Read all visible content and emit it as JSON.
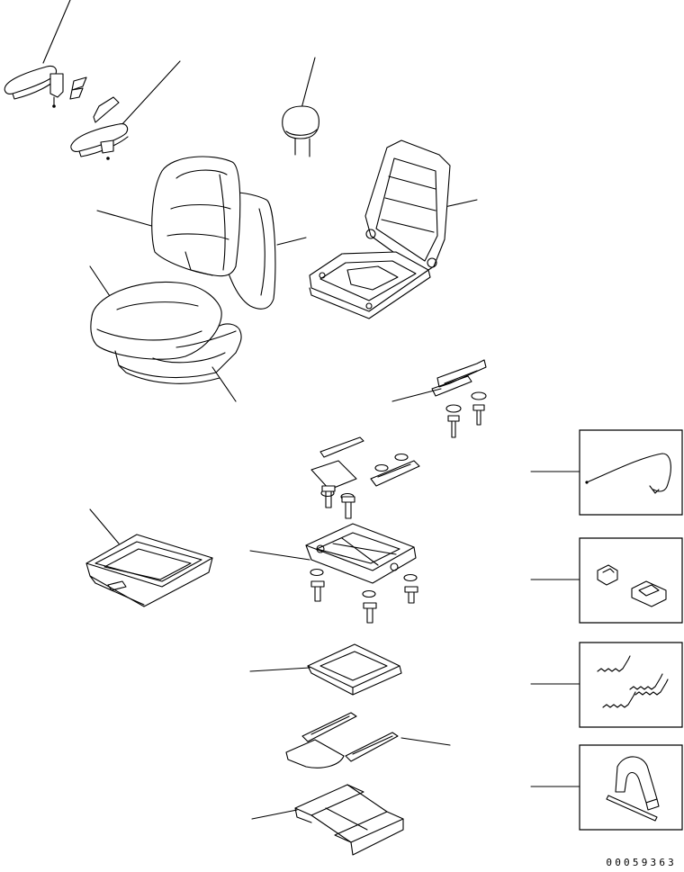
{
  "drawing": {
    "number": "00059363"
  },
  "parts": [
    {
      "id": "armrest-left",
      "icon": "armrest-icon"
    },
    {
      "id": "armrest-right",
      "icon": "armrest-icon"
    },
    {
      "id": "headrest",
      "icon": "headrest-icon"
    },
    {
      "id": "seat-back-cushion",
      "icon": "seat-back-icon"
    },
    {
      "id": "seat-back-cover",
      "icon": "seat-cover-icon"
    },
    {
      "id": "seat-frame",
      "icon": "seat-frame-icon"
    },
    {
      "id": "seat-cushion",
      "icon": "seat-cushion-icon"
    },
    {
      "id": "seat-cushion-cover",
      "icon": "seat-cover-icon"
    },
    {
      "id": "upper-bracket-with-bolts",
      "icon": "bracket-icon"
    },
    {
      "id": "slide-rail-plates",
      "icon": "rail-icon"
    },
    {
      "id": "seat-boot",
      "icon": "boot-icon"
    },
    {
      "id": "suspension-assembly",
      "icon": "suspension-icon"
    },
    {
      "id": "mounting-plate",
      "icon": "plate-icon"
    },
    {
      "id": "slide-rails",
      "icon": "rail-icon"
    },
    {
      "id": "base-bracket",
      "icon": "base-icon"
    },
    {
      "id": "cable",
      "icon": "cable-icon"
    },
    {
      "id": "clips",
      "icon": "clip-icon"
    },
    {
      "id": "springs",
      "icon": "spring-icon"
    },
    {
      "id": "strap",
      "icon": "strap-icon"
    }
  ]
}
